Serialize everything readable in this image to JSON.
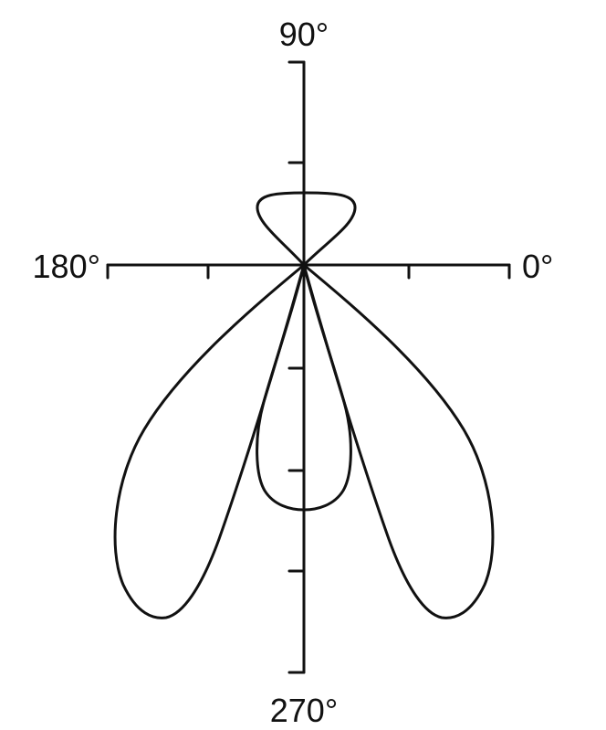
{
  "diagram": {
    "labels": {
      "deg_0": "0°",
      "deg_90": "90°",
      "deg_180": "180°",
      "deg_270": "270°"
    },
    "stroke_color": "#111111",
    "background": "#ffffff"
  }
}
